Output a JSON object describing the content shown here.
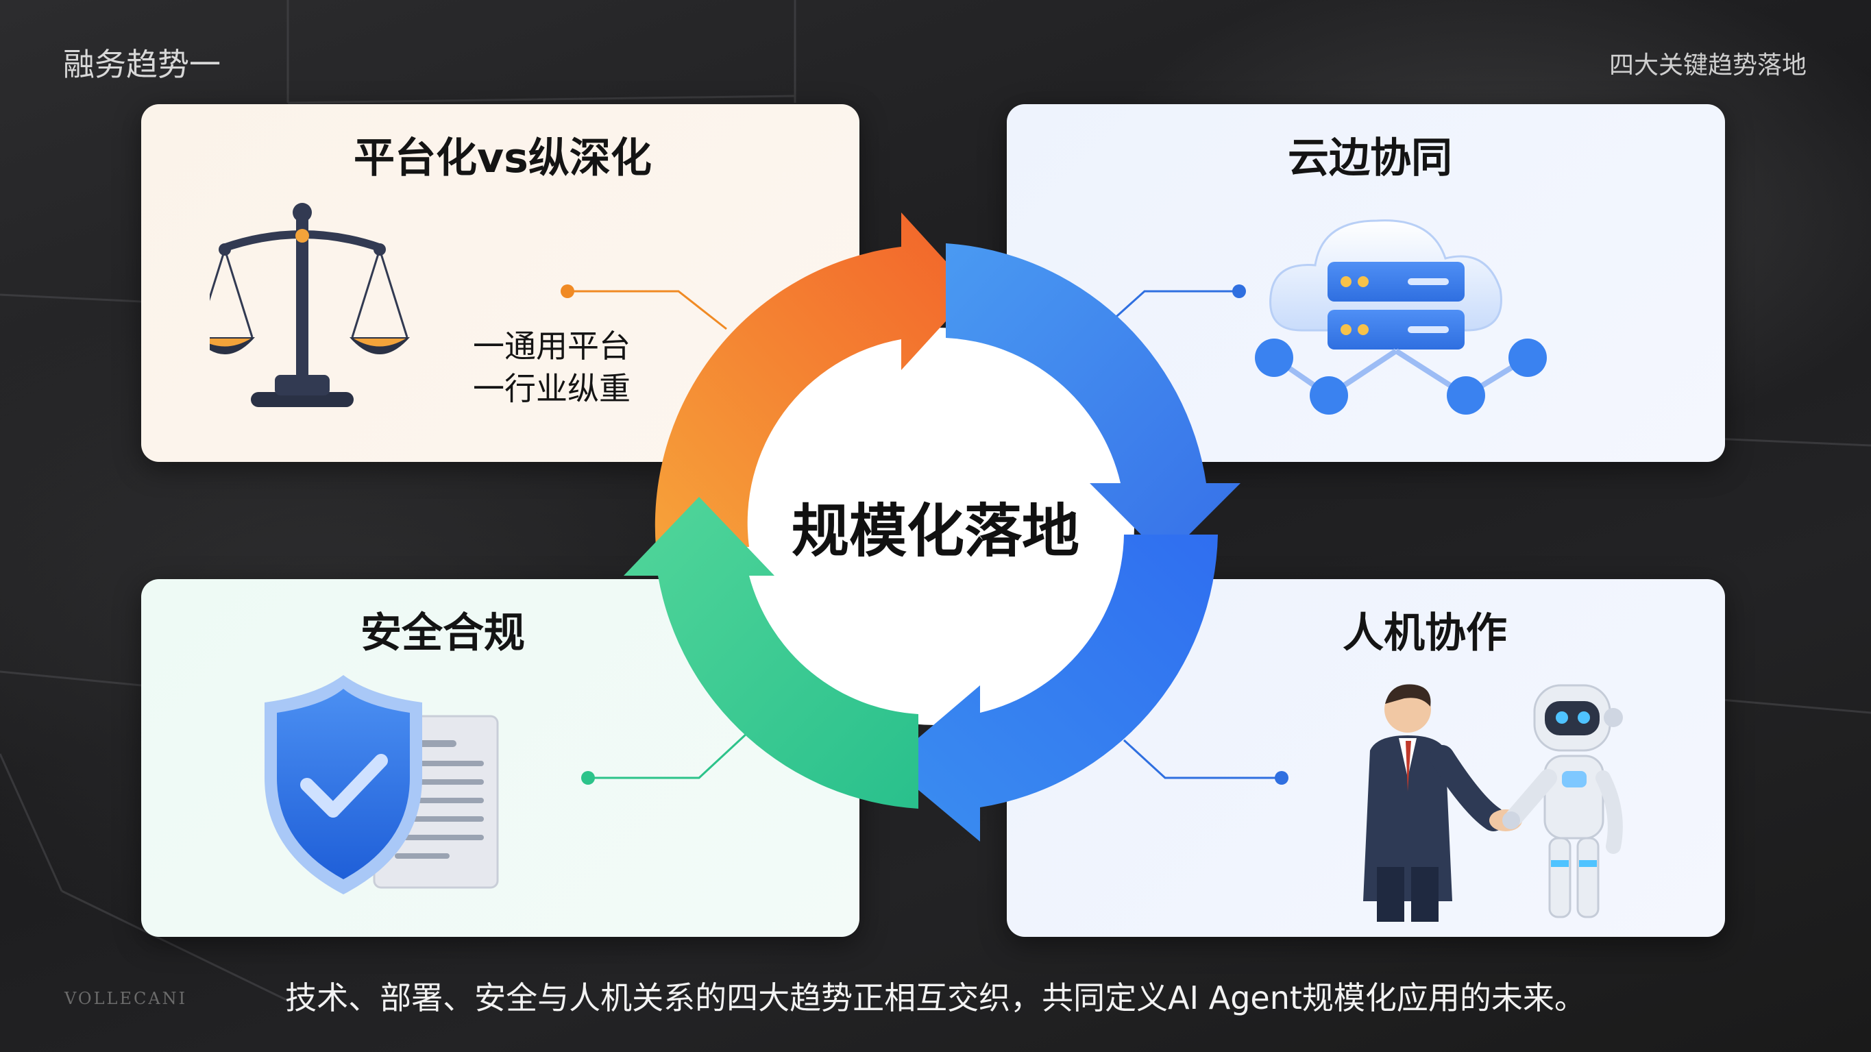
{
  "header": {
    "left_title": "融务趋势一",
    "right_title": "四大关键趋势落地"
  },
  "cards": {
    "top_left": {
      "title": "平台化vs纵深化",
      "lines": [
        "一通用平台",
        "一行业纵重"
      ],
      "icon": "scales-icon",
      "accent": "#f08a24"
    },
    "top_right": {
      "title": "云边协同",
      "icon": "cloud-server-icon",
      "accent": "#2f6fe0"
    },
    "bottom_left": {
      "title": "安全合规",
      "icon": "shield-document-icon",
      "accent": "#2cc38a"
    },
    "bottom_right": {
      "title": "人机协作",
      "icon": "human-robot-handshake-icon",
      "accent": "#2f6fe0"
    }
  },
  "center": {
    "label": "规模化落地"
  },
  "caption": "技术、部署、安全与人机关系的四大趋势正相互交织，共同定义AI Agent规模化应用的未来。",
  "watermark": "VOLLECANI",
  "colors": {
    "orange": "#f7782a",
    "blue": "#3b86ef",
    "deep_blue": "#2563eb",
    "green": "#34c98e"
  }
}
